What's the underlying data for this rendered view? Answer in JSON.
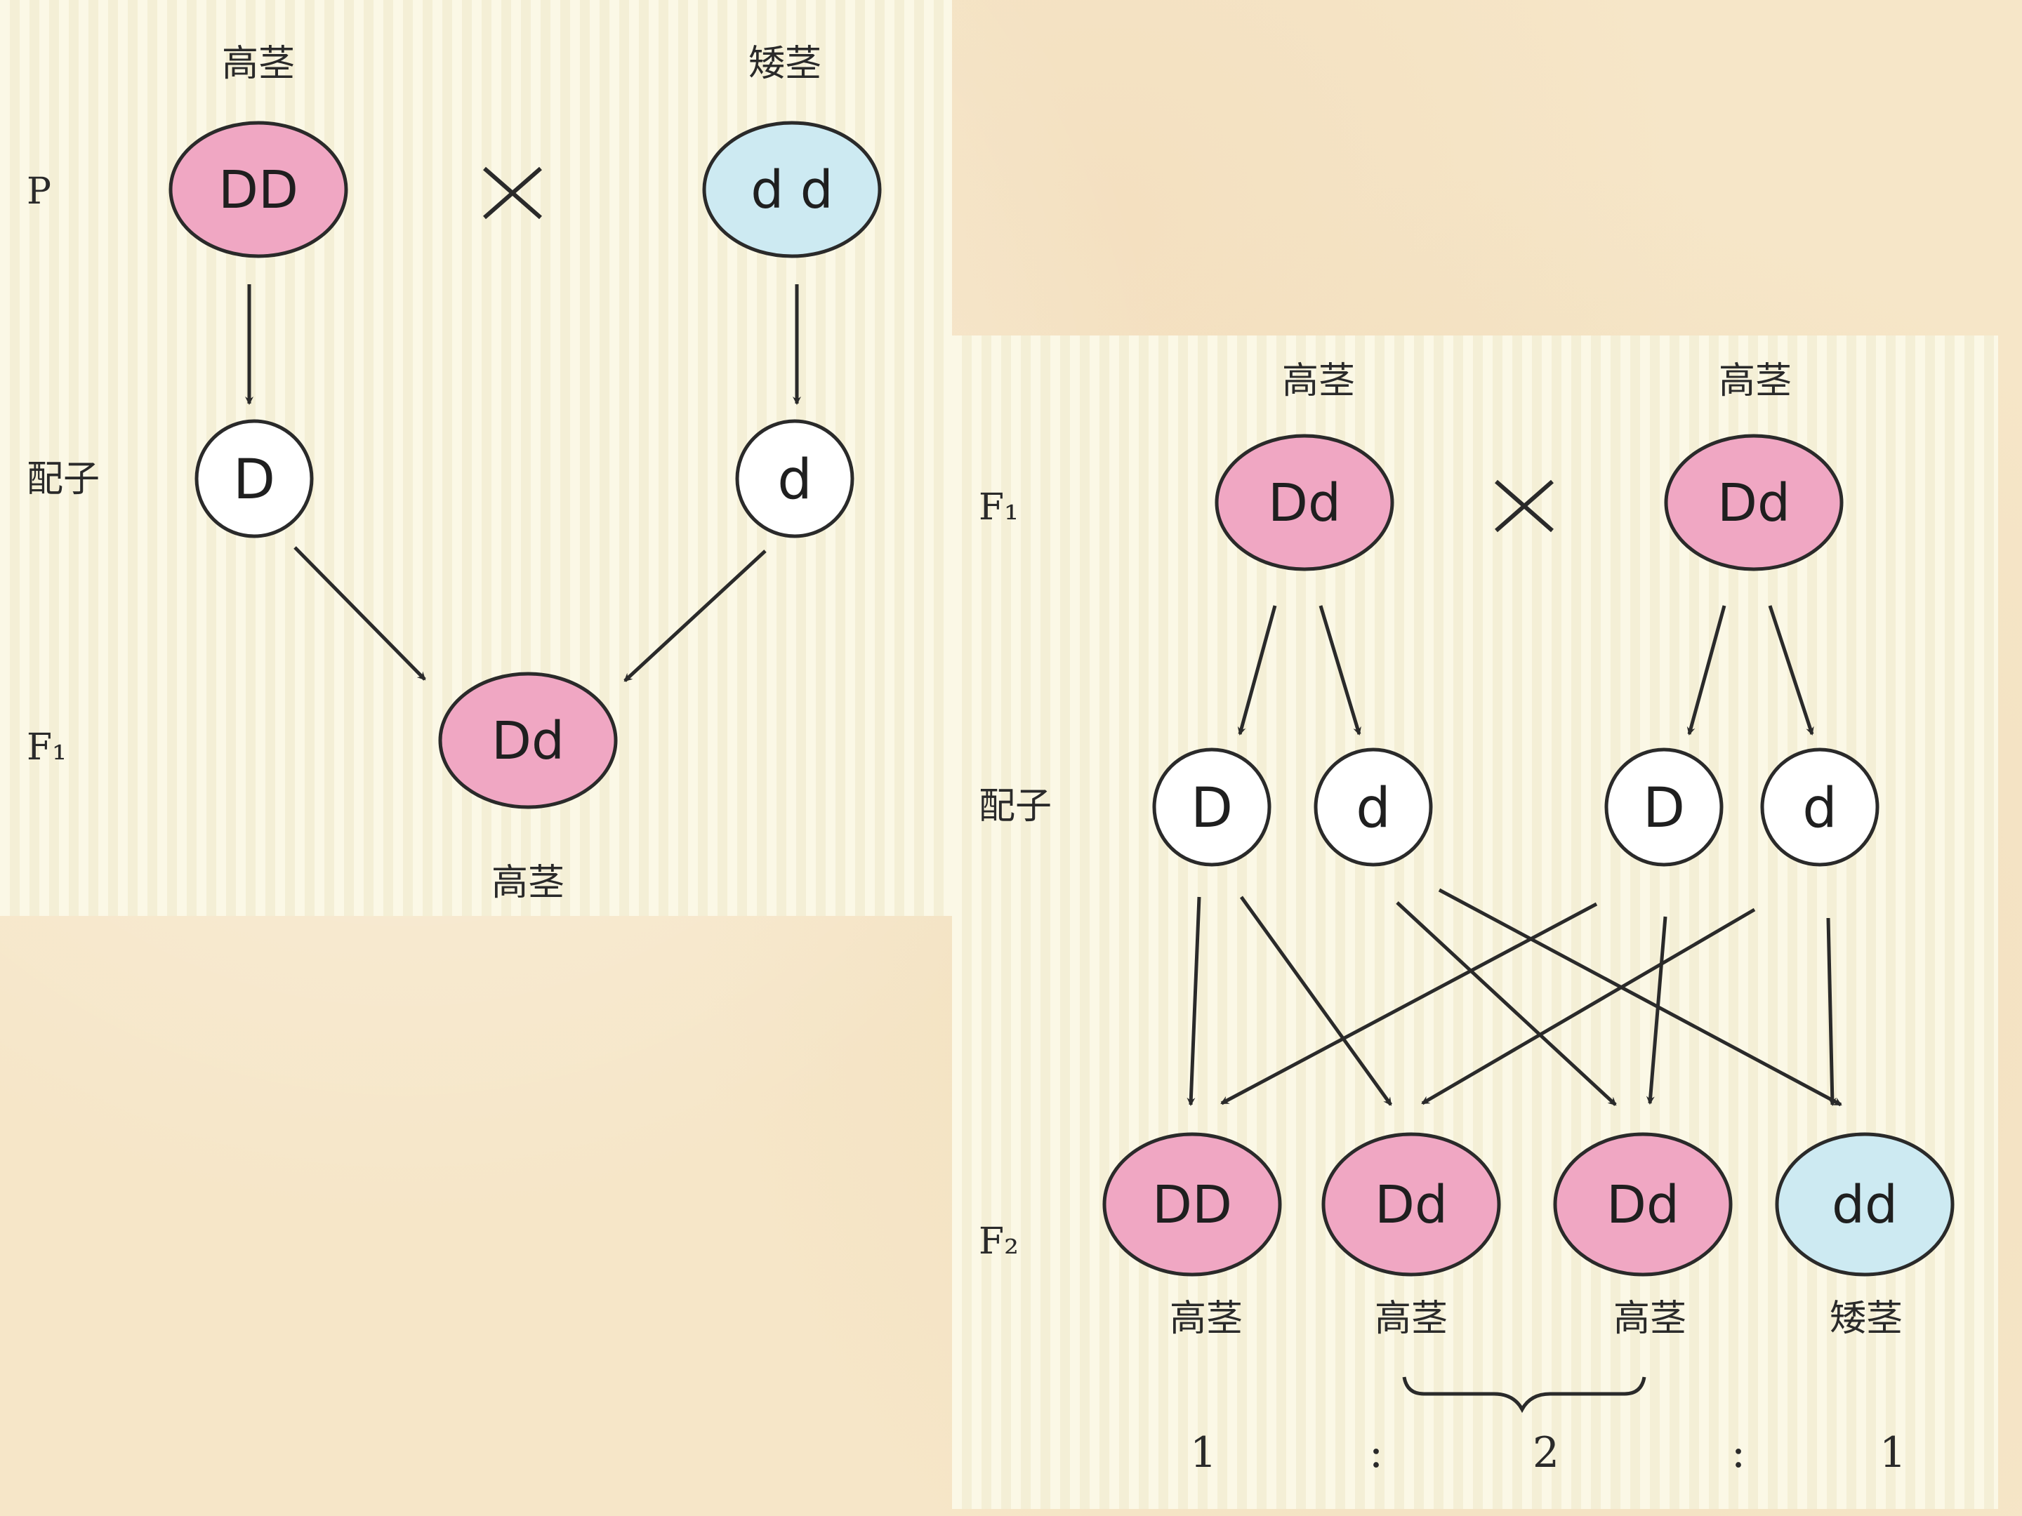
{
  "left": {
    "parent_tall_label": "高茎",
    "parent_short_label": "矮茎",
    "row_p": "P",
    "row_gamete": "配子",
    "row_f1": "F₁",
    "parent_dd_big": "DD",
    "parent_dd_small": "d d",
    "gamete_d_big": "D",
    "gamete_d_small": "d",
    "f1_genotype": "Dd",
    "f1_phenotype": "高茎",
    "parent_tall_color": "#f0a7c3",
    "parent_short_color": "#cdeaf2"
  },
  "right": {
    "parent1_label": "高茎",
    "parent2_label": "高茎",
    "row_f1": "F₁",
    "row_gamete": "配子",
    "row_f2": "F₂",
    "parent1_genotype": "Dd",
    "parent2_genotype": "Dd",
    "gametes": [
      "D",
      "d",
      "D",
      "d"
    ],
    "offspring": [
      {
        "genotype": "DD",
        "phenotype": "高茎"
      },
      {
        "genotype": "Dd",
        "phenotype": "高茎"
      },
      {
        "genotype": "Dd",
        "phenotype": "高茎"
      },
      {
        "genotype": "dd",
        "phenotype": "矮茎"
      }
    ],
    "ratio": [
      "1",
      ":",
      "2",
      ":",
      "1"
    ]
  }
}
